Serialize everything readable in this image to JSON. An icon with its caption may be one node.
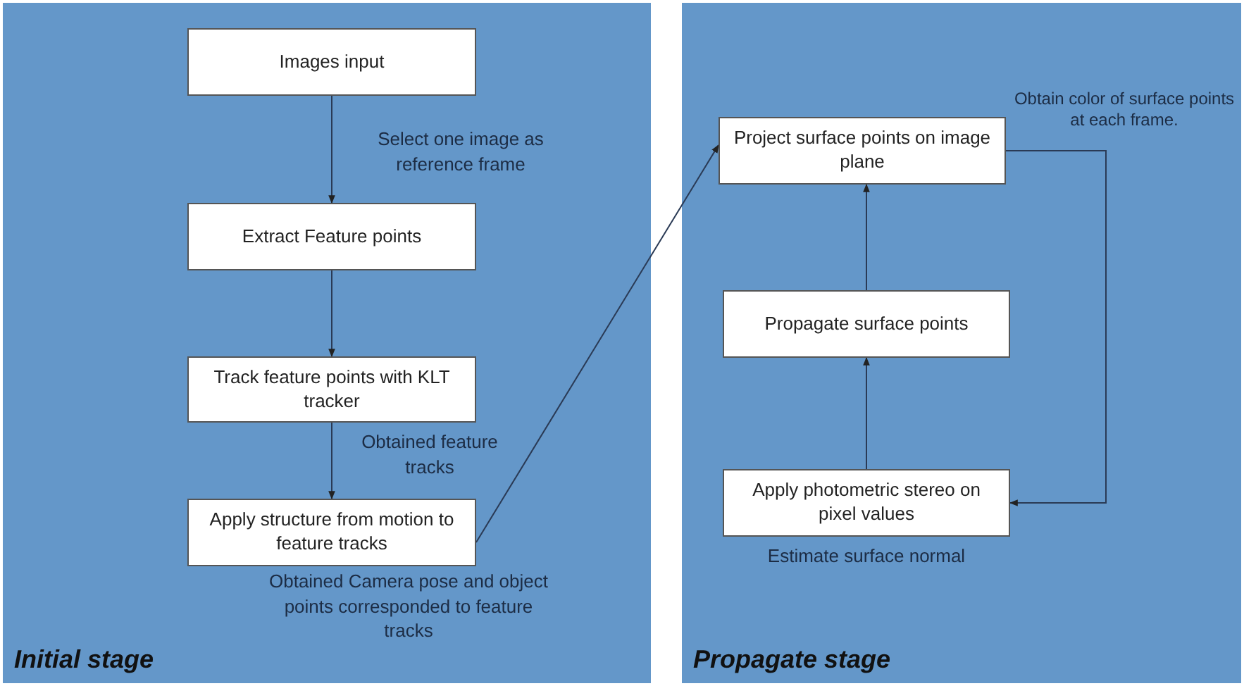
{
  "diagram": {
    "nodes": [
      {
        "text": [
          "Initial stage"
        ]
      },
      {
        "text": [
          "Images input"
        ],
        "in": 0
      },
      {
        "text": [
          "Extract Feature points"
        ],
        "in": 0
      },
      {
        "text": [
          "Track feature points with KLT tracker"
        ],
        "in": 0
      },
      {
        "text": [
          "Apply structure from motion to feature tracks"
        ],
        "in": 0,
        "beside": [
          "Obtained Camera pose and object points corresponded to feature tracks"
        ]
      },
      {
        "text": [
          "Propagate stage"
        ]
      },
      {
        "text": [
          "Project surface points on image plane"
        ],
        "in": 5
      },
      {
        "text": [
          "Propagate surface points"
        ],
        "in": 5
      },
      {
        "text": [
          "Apply photometric stereo on pixel values"
        ],
        "in": 5,
        "beside": [
          "Estimate surface normal"
        ]
      }
    ],
    "edges": [
      {
        "from": 1,
        "to": 2,
        "arrow": "to",
        "label": "Select one image as reference frame"
      },
      {
        "from": 2,
        "to": 3,
        "arrow": "to"
      },
      {
        "from": 3,
        "to": 4,
        "arrow": "to",
        "label": "Obtained feature tracks"
      },
      {
        "from": 4,
        "to": 6,
        "arrow": "to"
      },
      {
        "from": 6,
        "to": 8,
        "arrow": "to",
        "label": "Obtain color of surface points at each frame."
      },
      {
        "from": 8,
        "to": 7,
        "arrow": "to"
      },
      {
        "from": 7,
        "to": 6,
        "arrow": "to"
      }
    ]
  }
}
